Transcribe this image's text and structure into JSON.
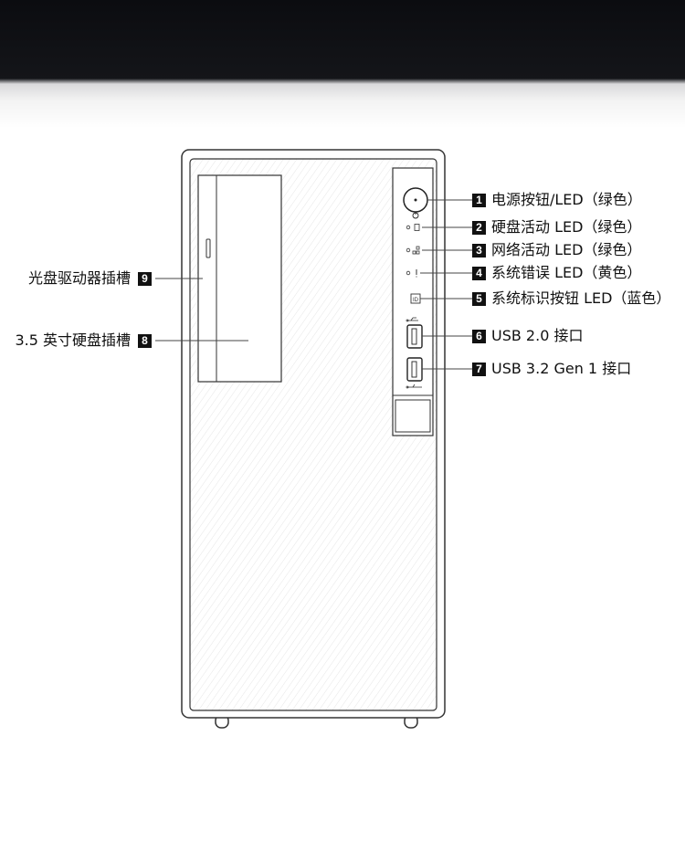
{
  "callouts_right": [
    {
      "num": "1",
      "text": "电源按钮/LED（绿色）"
    },
    {
      "num": "2",
      "text": "硬盘活动 LED（绿色）"
    },
    {
      "num": "3",
      "text": "网络活动 LED（绿色）"
    },
    {
      "num": "4",
      "text": "系统错误 LED（黄色）"
    },
    {
      "num": "5",
      "text": "系统标识按钮 LED（蓝色）"
    },
    {
      "num": "6",
      "text": "USB 2.0 接口"
    },
    {
      "num": "7",
      "text": "USB 3.2 Gen 1 接口"
    }
  ],
  "callouts_left": [
    {
      "num": "9",
      "text": "光盘驱动器插槽"
    },
    {
      "num": "8",
      "text": "3.5 英寸硬盘插槽"
    }
  ],
  "icon_names": {
    "power": "power-icon",
    "hdd": "hdd-icon",
    "network": "network-icon",
    "error": "error-icon",
    "identify": "id-icon",
    "usb2": "usb-icon",
    "usb3": "usb3-icon"
  }
}
